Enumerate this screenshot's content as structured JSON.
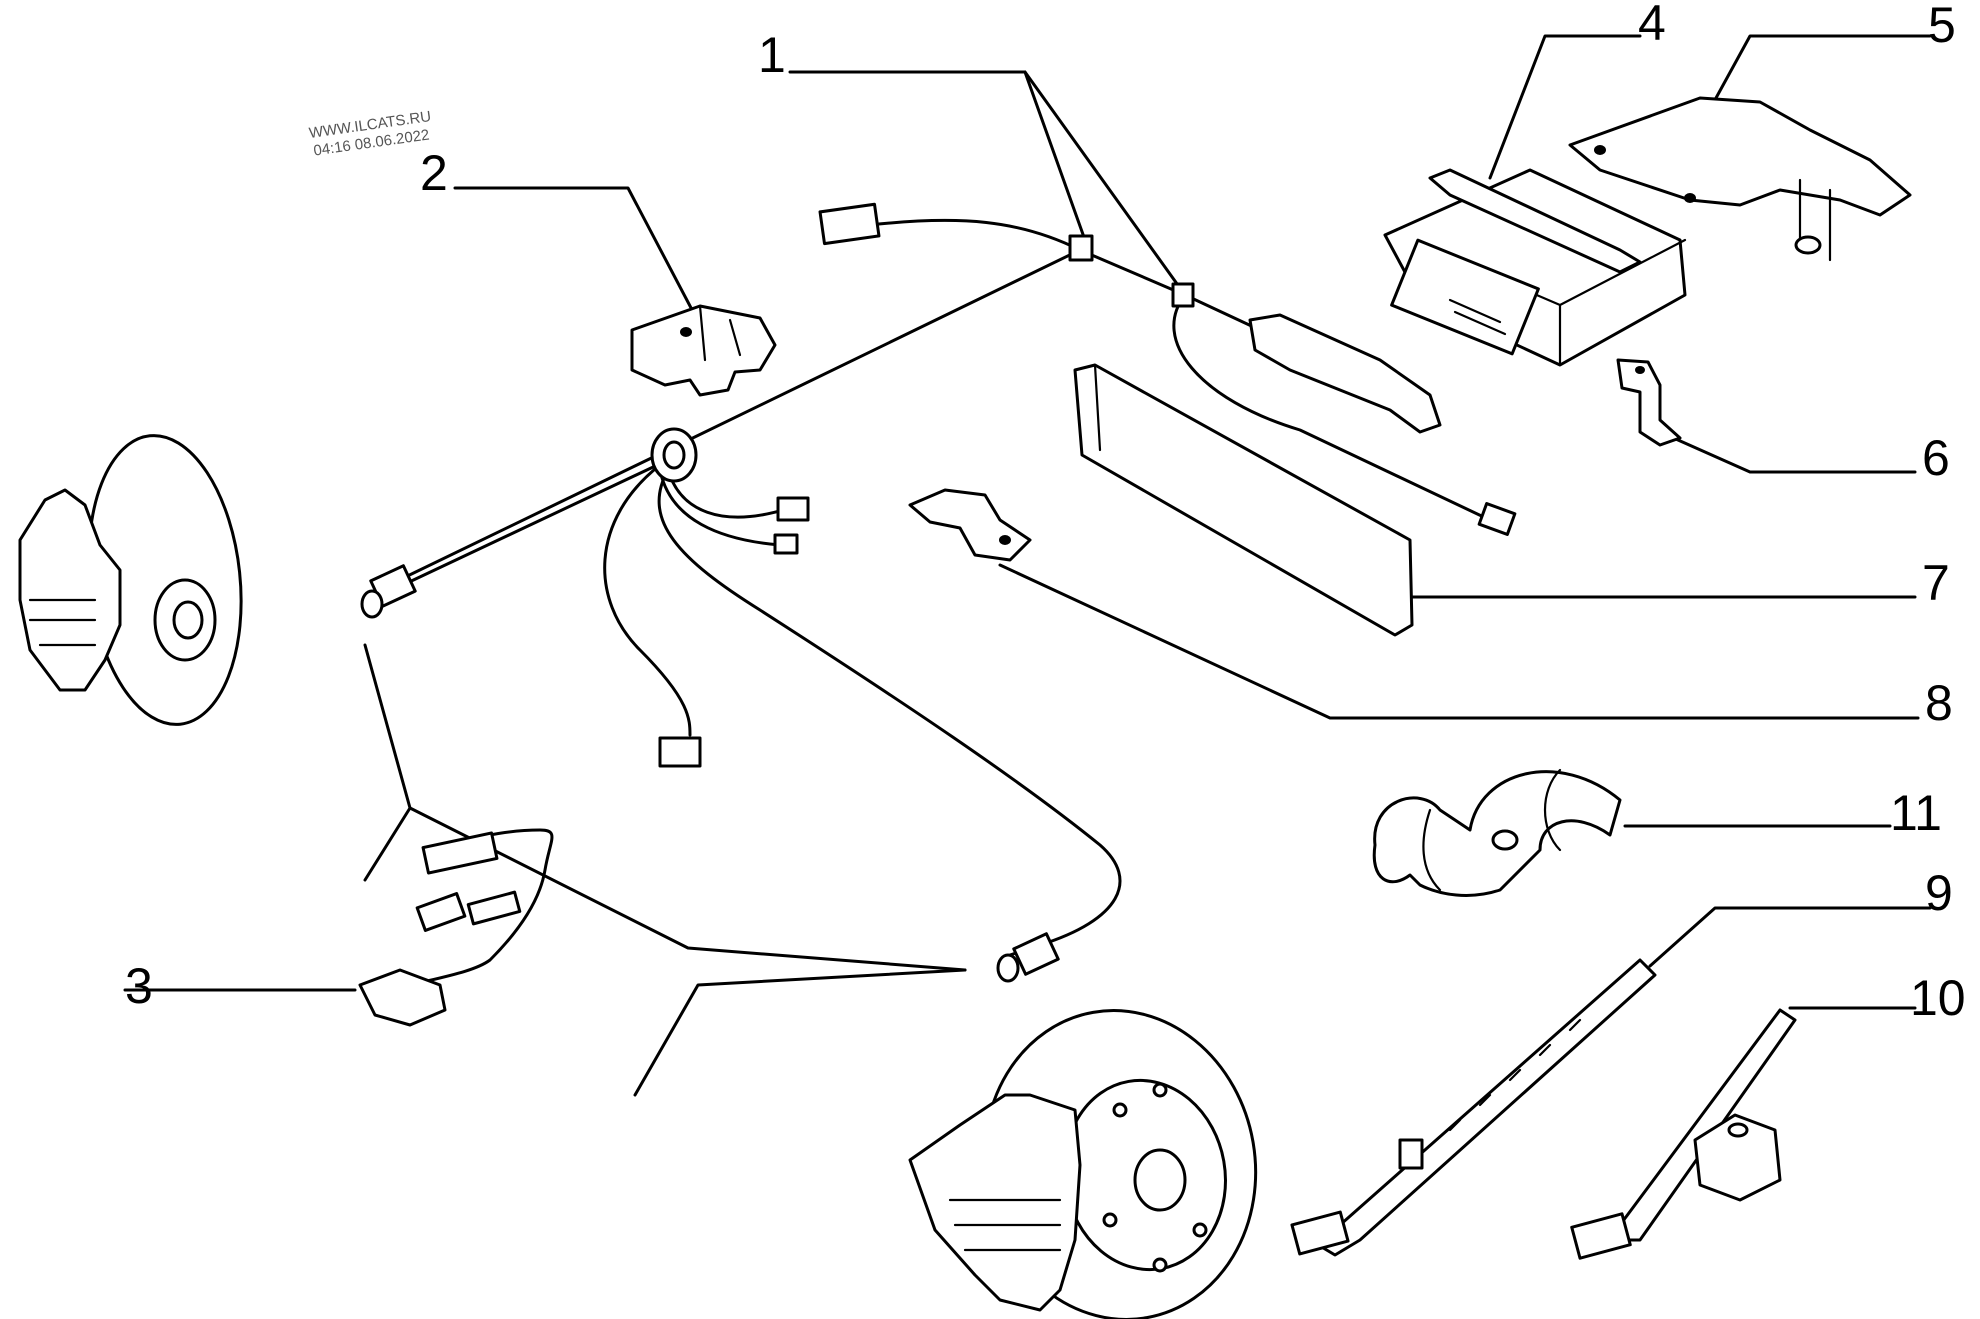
{
  "watermark": {
    "site": "WWW.ILCATS.RU",
    "timestamp": "04:16 08.06.2022"
  },
  "callouts": [
    {
      "id": "1",
      "label": "1"
    },
    {
      "id": "2",
      "label": "2"
    },
    {
      "id": "3",
      "label": "3"
    },
    {
      "id": "4",
      "label": "4"
    },
    {
      "id": "5",
      "label": "5"
    },
    {
      "id": "6",
      "label": "6"
    },
    {
      "id": "7",
      "label": "7"
    },
    {
      "id": "8",
      "label": "8"
    },
    {
      "id": "9",
      "label": "9"
    },
    {
      "id": "10",
      "label": "10"
    },
    {
      "id": "11",
      "label": "11"
    }
  ]
}
